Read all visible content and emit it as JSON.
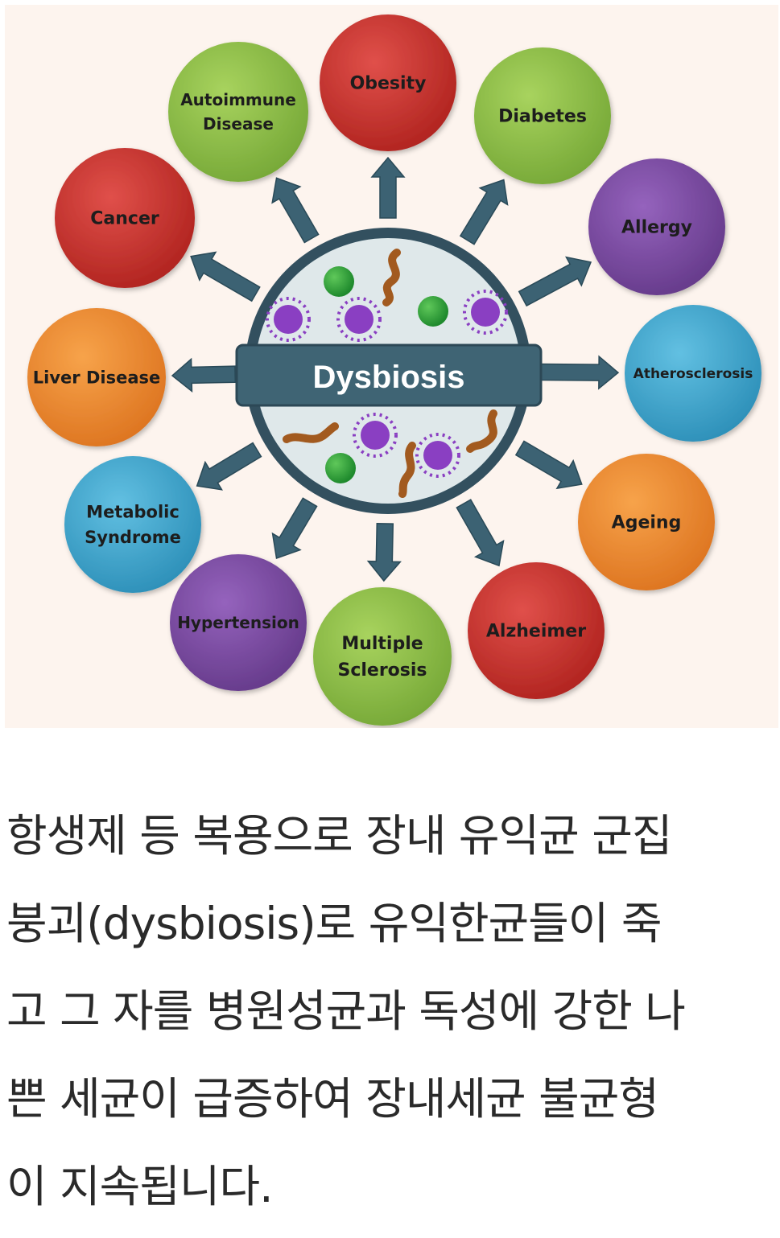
{
  "diagram": {
    "center_label": "Dysbiosis",
    "colors": {
      "background": "#fdf4ee",
      "hub_ring": "#33505f",
      "hub_fill": "#dfe8ea",
      "band": "#3f6474",
      "arrow": "#3c6273",
      "red": "#c9302c",
      "green": "#8fc04a",
      "purple": "#7d4aa2",
      "blue": "#3fa8cf",
      "orange": "#ee8a2f"
    },
    "nodes": [
      {
        "key": "obesity",
        "lines": [
          "Obesity"
        ],
        "color": "red"
      },
      {
        "key": "diabetes",
        "lines": [
          "Diabetes"
        ],
        "color": "green"
      },
      {
        "key": "allergy",
        "lines": [
          "Allergy"
        ],
        "color": "purple"
      },
      {
        "key": "atherosclerosis",
        "lines": [
          "Atherosclerosis"
        ],
        "color": "blue"
      },
      {
        "key": "ageing",
        "lines": [
          "Ageing"
        ],
        "color": "orange"
      },
      {
        "key": "alzheimer",
        "lines": [
          "Alzheimer"
        ],
        "color": "red"
      },
      {
        "key": "multiple-sclerosis",
        "lines": [
          "Multiple",
          "Sclerosis"
        ],
        "color": "green"
      },
      {
        "key": "hypertension",
        "lines": [
          "Hypertension"
        ],
        "color": "purple"
      },
      {
        "key": "metabolic-syndrome",
        "lines": [
          "Metabolic",
          "Syndrome"
        ],
        "color": "blue"
      },
      {
        "key": "liver-disease",
        "lines": [
          "Liver Disease"
        ],
        "color": "orange"
      },
      {
        "key": "cancer",
        "lines": [
          "Cancer"
        ],
        "color": "red"
      },
      {
        "key": "autoimmune-disease",
        "lines": [
          "Autoimmune",
          "Disease"
        ],
        "color": "green"
      }
    ]
  },
  "caption": {
    "lines": [
      "항생제 등 복용으로 장내 유익균 군집",
      "붕괴(dysbiosis)로 유익한균들이 죽",
      "고 그 자를 병원성균과 독성에 강한 나",
      "쁜 세균이 급증하여 장내세균 불균형",
      "이 지속됩니다."
    ]
  }
}
